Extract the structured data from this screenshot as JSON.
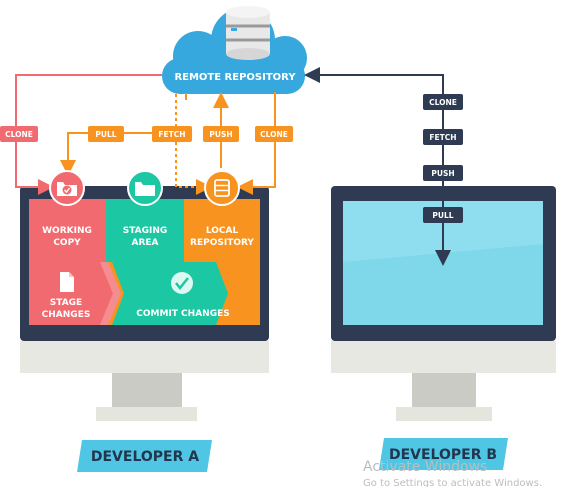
{
  "cloud": {
    "label": "REMOTE REPOSITORY",
    "icon": "database-icon"
  },
  "left_flow": {
    "clone_left": "CLONE",
    "pull": "PULL",
    "fetch": "FETCH",
    "push": "PUSH",
    "clone_right": "CLONE"
  },
  "right_flow": {
    "clone": "CLONE",
    "fetch": "FETCH",
    "push": "PUSH",
    "pull": "PULL"
  },
  "developer_a": {
    "label": "DEVELOPER A",
    "working_copy": {
      "line1": "WORKING",
      "line2": "COPY",
      "icon": "folder-check-icon"
    },
    "staging_area": {
      "line1": "STAGING",
      "line2": "AREA",
      "icon": "folder-icon"
    },
    "local_repository": {
      "line1": "LOCAL",
      "line2": "REPOSITORY",
      "icon": "database-icon"
    },
    "stage_changes": {
      "line1": "STAGE",
      "line2": "CHANGES",
      "icon": "file-icon"
    },
    "commit_changes": {
      "label": "COMMIT CHANGES",
      "icon": "check-circle-icon"
    }
  },
  "developer_b": {
    "label": "DEVELOPER B"
  },
  "watermark": {
    "line1": "Activate Windows",
    "line2": "Go to Settings to activate Windows."
  },
  "colors": {
    "orange": "#f7931e",
    "red": "#f16a6f",
    "teal": "#1cc7a4",
    "navy": "#2e3b52",
    "cloud": "#36a8dd",
    "screen_b": "#7ed8ea"
  }
}
